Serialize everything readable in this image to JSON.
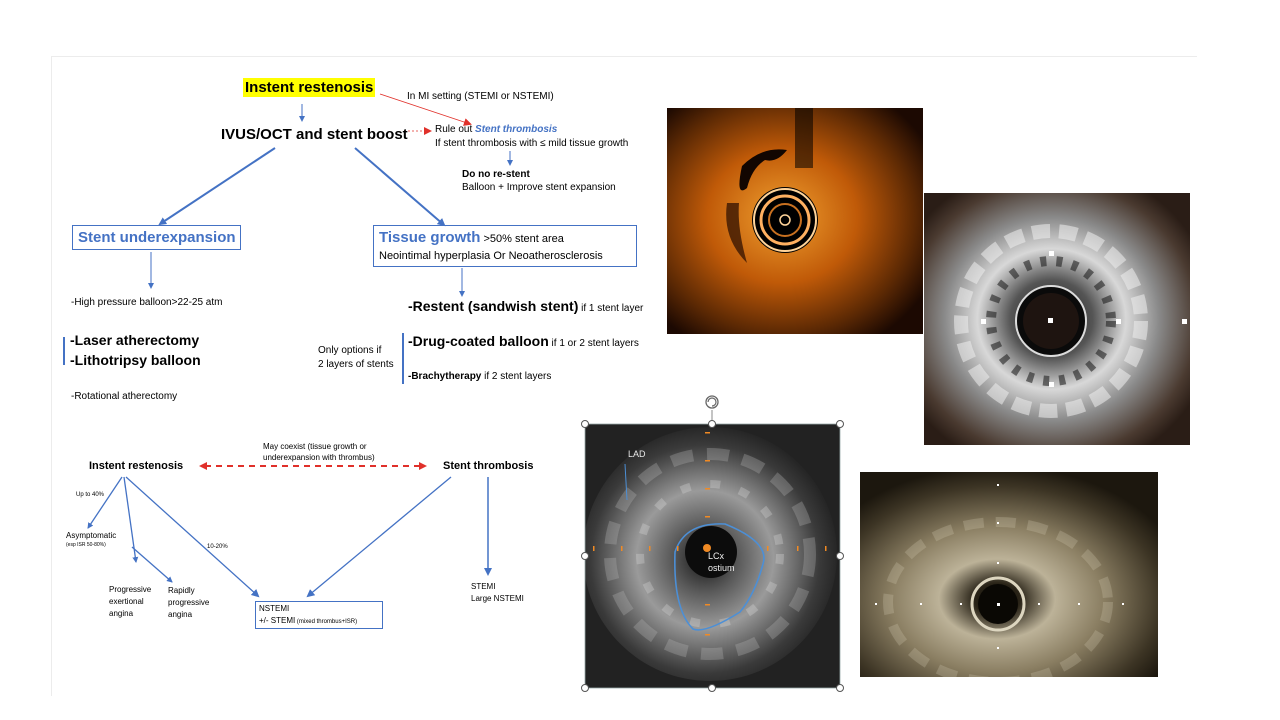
{
  "flow": {
    "title": "Instent restenosis",
    "mi_setting": "In MI setting (STEMI or NSTEMI)",
    "ivus": "IVUS/OCT and stent boost",
    "rule_out_prefix": "Rule out ",
    "rule_out_em": "Stent thrombosis",
    "if_thrombosis": "If stent thrombosis with ≤ mild tissue growth",
    "do_no_restent": "Do no re-stent",
    "balloon_improve": "Balloon + Improve stent expansion",
    "underexpansion": "Stent underexpansion",
    "tissue_growth": "Tissue growth",
    "tissue_area": " >50% stent area",
    "neointimal": "Neointimal hyperplasia Or Neoatherosclerosis",
    "high_pressure": "-High pressure balloon>22-25 atm",
    "laser": "-Laser atherectomy",
    "lithotripsy": "-Lithotripsy balloon",
    "rotational": "-Rotational atherectomy",
    "restent_bold": "-Restent (sandwish stent)",
    "restent_tail": " if 1 stent layer",
    "dcb_bold": "-Drug-coated balloon",
    "dcb_tail": " if 1 or 2 stent layers",
    "brachy_bold": "-Brachytherapy",
    "brachy_tail": " if 2 stent layers",
    "only_options_1": "Only options if",
    "only_options_2": "2 layers of stents"
  },
  "lower": {
    "instent": "Instent restenosis",
    "may_coexist_1": "May coexist (tissue growth or",
    "may_coexist_2": "underexpansion with thrombus)",
    "stent_thrombosis": "Stent thrombosis",
    "up_to_40": "Up to 40%",
    "asymptomatic": "Asymptomatic",
    "esp_isr": "(esp ISR 50-80%)",
    "progressive_1": "Progressive",
    "progressive_2": "exertional",
    "progressive_3": "angina",
    "rapid_1": "Rapidly",
    "rapid_2": "progressive",
    "rapid_3": "angina",
    "ten_twenty": "10-20%",
    "nstemi": "NSTEMI",
    "stemi_mixed": "+/- STEMI",
    "mixed_small": " (mixed thrombus+ISR)",
    "stemi": "STEMI",
    "large_nstemi": "Large NSTEMI"
  },
  "ivus_image": {
    "lad": "LAD",
    "lcx_1": "LCx",
    "lcx_2": "ostium"
  },
  "colors": {
    "blue": "#4472c4",
    "red_arrow": "#e0302a",
    "highlight": "#ffff00"
  }
}
